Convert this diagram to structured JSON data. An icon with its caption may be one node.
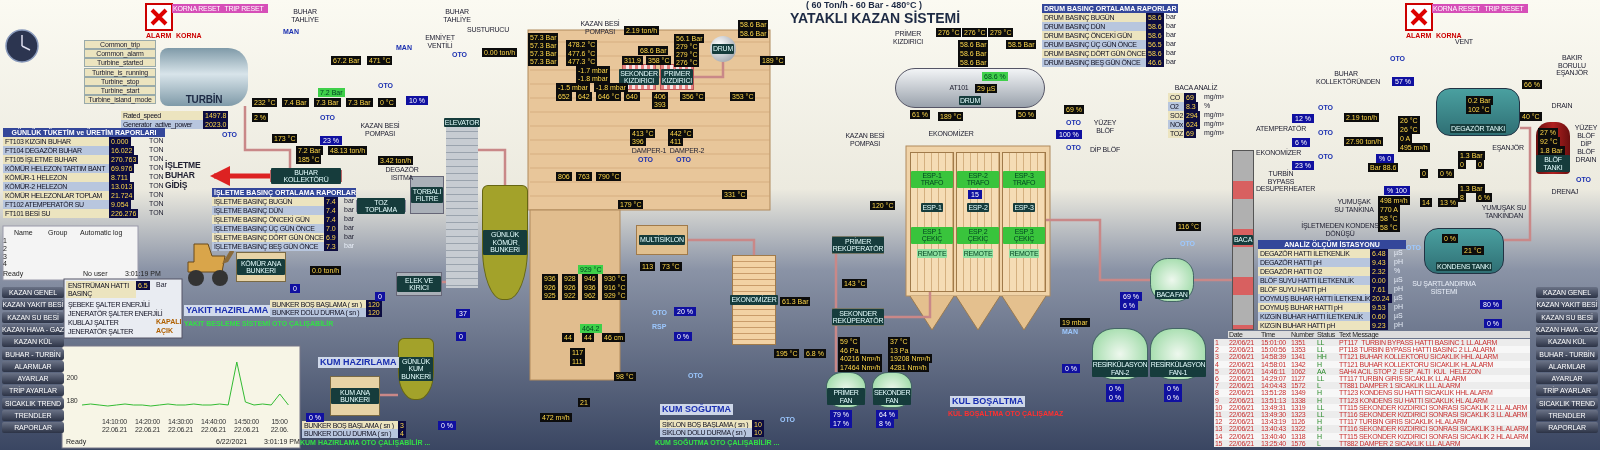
{
  "diagram": {
    "title": "YATAKLI KAZAN SİSTEMİ",
    "nodes": [
      {
        "text": [
          "TURBİN"
        ]
      },
      {
        "text": [
          "BUHAR KOLLEKTÖRÜ"
        ]
      },
      {
        "text": [
          "ELEVATOR"
        ]
      },
      {
        "text": [
          "TORBALI FİLTRE"
        ]
      },
      {
        "text": [
          "TOZ TOPLAMA"
        ]
      },
      {
        "text": [
          "KÖMÜR ANA BUNKERİ"
        ]
      },
      {
        "text": [
          "ELEK VE KIRICI"
        ]
      },
      {
        "text": [
          "GÜNLÜK KÖMÜR BUNKERİ"
        ]
      },
      {
        "text": [
          "GÜNLÜK KUM BUNKERİ"
        ]
      },
      {
        "text": [
          "KUM ANA BUNKERİ"
        ]
      },
      {
        "text": [
          "SEKONDER KIZDIRICI"
        ]
      },
      {
        "text": [
          "PRİMER KIZDIRICI"
        ]
      },
      {
        "text": [
          "DRUM"
        ]
      },
      {
        "text": [
          "MULTİSİKLON"
        ]
      },
      {
        "text": [
          "EKONOMİZER"
        ]
      },
      {
        "text": [
          "PRİMER REKÜPERATÖR"
        ]
      },
      {
        "text": [
          "SEKONDER REKÜPERATÖR"
        ]
      },
      {
        "text": [
          "ESP-1 TRAFO",
          "ESP-1",
          "ESP 1 ÇEKİÇ",
          "REMOTE"
        ]
      },
      {
        "text": [
          "ESP-2 TRAFO",
          "ESP-2",
          "ESP 2 ÇEKİÇ",
          "REMOTE"
        ]
      },
      {
        "text": [
          "ESP-3 TRAFO",
          "ESP-3",
          "ESP 3 ÇEKİÇ",
          "REMOTE"
        ]
      },
      {
        "text": [
          "DRUM"
        ]
      },
      {
        "text": [
          "BACA"
        ]
      },
      {
        "text": [
          "BACA FAN"
        ]
      },
      {
        "text": [
          "RESİRKÜLASYON FAN-2"
        ]
      },
      {
        "text": [
          "RESİRKÜLASYON FAN-1"
        ]
      },
      {
        "text": [
          "PRİMER FAN"
        ]
      },
      {
        "text": [
          "SEKONDER FAN"
        ]
      },
      {
        "text": [
          "DEGAZÖR TANKI"
        ]
      },
      {
        "text": [
          "BLÖF TANKI"
        ]
      },
      {
        "text": [
          "KONDENS TANKI"
        ]
      },
      {
        "text": [
          "İŞLETME BUHAR GİDİŞ"
        ]
      }
    ],
    "edges": [
      {
        "from": 12,
        "to": 11,
        "arrow": "none"
      },
      {
        "from": 11,
        "to": 10,
        "arrow": "none"
      },
      {
        "from": 0,
        "to": 1,
        "arrow": "none"
      },
      {
        "from": 13,
        "to": 14,
        "arrow": "none"
      },
      {
        "from": 25,
        "to": 15,
        "arrow": "none"
      },
      {
        "from": 16,
        "to": 17,
        "arrow": "none"
      },
      {
        "from": 19,
        "to": 22,
        "arrow": "none"
      },
      {
        "from": 22,
        "to": 21,
        "arrow": "none"
      },
      {
        "from": 6,
        "to": 2,
        "arrow": "none"
      },
      {
        "from": 2,
        "to": 7,
        "arrow": "none"
      },
      {
        "from": 9,
        "to": 8,
        "arrow": "none"
      },
      {
        "from": 29,
        "to": 27,
        "arrow": "none"
      },
      {
        "from": 1,
        "to": 30,
        "arrow": "to",
        "style": "thick",
        "color": "#dd2222"
      }
    ],
    "labels": [
      "KORNA RESET",
      "TRIP RESET",
      "ALARM",
      "KORNA",
      "KORNA RESET",
      "TRIP RESET",
      "ALARM",
      "KORNA",
      "( 60 Ton/h - 60 Bar - 480°C )",
      "Common_trip",
      "Common_alarm",
      "Turbine_started",
      "Turbine_is_running",
      "Turbine_stop",
      "Turbine_start",
      "Turbine_island_mode",
      "Rated_speed",
      "1497.8",
      "Generator_active_power",
      "2023.0",
      "GÜNLÜK TÜKETİM ve ÜRETİM RAPORLARI",
      "FT103 KIZGIN BUHAR",
      "0.000",
      "TON",
      "FT104 DEGAZÖR BUHAR",
      "16.022",
      "TON",
      "FT105 İŞLETME BUHAR",
      "270.763",
      "TON",
      "KÖMÜR HELEZON TARTIM BANT",
      "69.976",
      "TON",
      "KÖMÜR-1 HELEZON",
      "8.711",
      "TON",
      "KÖMÜR-2 HELEZON",
      "13.013",
      "TON",
      "KÖMÜR HELEZONLAR TOPLAM",
      "21.724",
      "TON",
      "FT102 ATEMPERATÖR SU",
      "9.054",
      "TON",
      "FT101 BESİ SU",
      "226.276",
      "TON",
      "İŞLETME BASINÇ ORTALAMA RAPORLAR",
      "İŞLETME BASINÇ BUGÜN",
      "7.4",
      "bar",
      "İŞLETME BASINÇ DÜN",
      "7.4",
      "bar",
      "İŞLETME BASINÇ ÖNCEKİ GÜN",
      "7.4",
      "bar",
      "İŞLETME BASINÇ ÜÇ GÜN ÖNCE",
      "7.0",
      "bar",
      "İŞLETME BASINÇ DÖRT GÜN ÖNCE",
      "6.9",
      "bar",
      "İŞLETME BASINÇ BEŞ GÜN ÖNCE",
      "7.3",
      "bar",
      "DRUM BASINÇ ORTALAMA RAPORLAR",
      "DRUM BASINÇ BUGÜN",
      "58.6",
      "bar",
      "DRUM BASINÇ DÜN",
      "58.6",
      "bar",
      "DRUM BASINÇ ÖNCEKİ GÜN",
      "58.6",
      "bar",
      "DRUM BASINÇ ÜÇ GÜN ÖNCE",
      "56.5",
      "bar",
      "DRUM BASINÇ DÖRT GÜN ÖNCE",
      "58.6",
      "bar",
      "DRUM BASINÇ BEŞ GÜN ÖNCE",
      "46.6",
      "bar",
      "ANALİZ ÖLÇÜM İSTASYONU",
      "DEGAZÖR HATTI İLETKENLİK",
      "6.48",
      "µS",
      "DEGAZÖR HATTI pH",
      "9.43",
      "pH",
      "DEGAZÖR HATTI O2",
      "2.32",
      "%",
      "BLÖF SUYU HATTI İLETKENLİK",
      "0.00",
      "µS",
      "BLÖF SUYU HATTI pH",
      "7.61",
      "pH",
      "DOYMUŞ BUHAR HATTI İLETKENLİK",
      "20.24",
      "µS",
      "DOYMUŞ BUHAR HATTI pH",
      "9.53",
      "pH",
      "KIZGIN BUHAR HATTI İLETKENLİK",
      "0.60",
      "µS",
      "KIZGIN BUHAR HATTI pH",
      "9.23",
      "pH",
      "Date",
      "Time",
      "Number",
      "Status",
      "Text Message",
      "1",
      "22/06/21",
      "15:01:00",
      "1351",
      "LL",
      "PT117_TURBIN BYPASS HATTI BASINC 1 LL ALARM",
      "2",
      "22/06/21",
      "15:00:56",
      "1353",
      "LL",
      "PT118 TURBIN BYPASS HATTI BASINC 2 LL ALARM",
      "3",
      "22/06/21",
      "14:58:39",
      "1341",
      "HH",
      "TT121 BUHAR KOLLEKTORU SICAKLIK HHL ALARM",
      "4",
      "22/06/21",
      "14:58:01",
      "1342",
      "H",
      "TT121 BUHAR KOLLEKTORU SICAKLIK HL ALARM",
      "5",
      "22/06/21",
      "14:46:11",
      "1062",
      "AA",
      "SAH4 ACIL STOP 2_ESP_ALTI_KUL_HELEZON",
      "6",
      "22/06/21",
      "14:29:07",
      "1127",
      "LL",
      "TT117 TURBIN GIRIS SICAKLIK LL ALARM",
      "7",
      "22/06/21",
      "14:04:43",
      "1572",
      "L",
      "TT881 DAMPER 1 SICAKLIK LLL ALARM",
      "8",
      "22/06/21",
      "13:51:28",
      "1349",
      "H",
      "TT123 KONDENS SU HATTI SICAKLIK HHL ALARM",
      "9",
      "22/06/21",
      "13:51:13",
      "1338",
      "H",
      "TT123 KONDENS SU HATTI SICAKLIK HL ALARM",
      "10",
      "22/06/21",
      "13:49:31",
      "1319",
      "LL",
      "TT115 SEKONDER KIZDIRICI SONRASI SICAKLIK 2 LL ALARM",
      "11",
      "22/06/21",
      "13:49:30",
      "1323",
      "LL",
      "TT116 SEKONDER KIZDIRICI SONRASI SICAKLIK 3 LL ALARM",
      "12",
      "22/06/21",
      "13:43:19",
      "1126",
      "H",
      "TT117 TURBIN GIRIS SICAKLIK HL ALARM",
      "13",
      "22/06/21",
      "13:40:43",
      "1322",
      "H",
      "TT116 SEKONDER KIZDIRICI SONRASI SICAKLIK 3 HL ALARM",
      "14",
      "22/06/21",
      "13:40:40",
      "1318",
      "H",
      "TT115 SEKONDER KIZDIRICI SONRASI SICAKLIK 2 HL ALARM",
      "15",
      "22/06/21",
      "13:25:40",
      "1576",
      "L",
      "TT882 DAMPER 2 SICAKLIK LLL ALARM",
      "KAZAN GENEL",
      "KAZAN YAKIT BESİ",
      "KAZAN SU BESİ",
      "KAZAN HAVA - GAZ",
      "KAZAN KÜL",
      "BUHAR - TURBİN",
      "ALARMLAR",
      "AYARLAR",
      "TRİP AYARLAR",
      "SICAKLIK TREND",
      "TRENDLER",
      "RAPORLAR",
      "KAZAN GENEL",
      "KAZAN YAKIT BESİ",
      "KAZAN SU BESİ",
      "KAZAN HAVA - GAZ",
      "KAZAN KÜL",
      "BUHAR - TURBİN",
      "ALARMLAR",
      "AYARLAR",
      "TRİP AYARLAR",
      "SICAKLIK TREND",
      "TRENDLER",
      "RAPORLAR",
      "Name",
      "Group",
      "Automatic log",
      "1",
      "2",
      "3",
      "4",
      "Ready",
      "No user",
      "3:01:19 PM",
      "ENSTRÜMAN HATTI BASINÇ",
      "6.5",
      "Bar",
      "ŞEBEKE ŞALTER ENERJİLİ",
      "JENERATÖR ŞALTER ENERJİLİ",
      "KUBLAJ ŞALTER",
      "KAPALI",
      "JENERATÖR ŞALTER",
      "AÇIK",
      "200",
      "180",
      "14:10:00 22.06.21",
      "14:20:00 22.06.21",
      "14:30:00 22.06.21",
      "14:40:00 22.06.21",
      "14:50:00 22.06.21",
      "15:00 22.06.",
      "Ready",
      "6/22/2021",
      "3:01:19 PM",
      "YAKIT HAZIRLAMA",
      "YAKIT BESLEME SİSTEMİ OTO ÇALIŞABİLİR",
      "BUNKER BOŞ BAŞLAMA ( sn )",
      "120",
      "BUNKER DOLU DURMA ( sn )",
      "120",
      "KUM HAZIRLAMA",
      "BUNKER BOŞ BAŞLAMA ( sn )",
      "3",
      "BUNKER DOLU DURMA ( sn )",
      "4",
      "KUM HAZIRLAMA OTO ÇALIŞABİLİR ...",
      "KUM SOĞUTMA",
      "SİKLON BOŞ BAŞLAMA ( sn )",
      "10",
      "SİKLON DOLU DURMA ( sn )",
      "10",
      "KUM SOĞUTMA OTO ÇALIŞABİLİR ...",
      "KUL BOŞALTMA",
      "KÜL BOŞALTMA OTO ÇALIŞAMAZ",
      "BUHAR TAHLİYE",
      "MAN",
      "67.2 Bar",
      "471 °C",
      "BUHAR TAHLİYE",
      "EMNİYET VENTİLİ",
      "SUSTURUCU",
      "MAN",
      "OTO",
      "0.00 ton/h",
      "7.2 Bar",
      "232 °C",
      "7.4 Bar",
      "7.3 Bar",
      "7.3 Bar",
      "0 °C",
      "OTO",
      "10 %",
      "2 %",
      "OTO",
      "OTO",
      "173 °C",
      "23 %",
      "KAZAN BESİ POMPASI",
      "7.2 Bar",
      "48.13 ton/h",
      "185 °C",
      "3.42 ton/h",
      "DEGAZÖR ISITMA",
      "KAZAN BESİ POMPASI",
      "2.19 ton/h",
      "57.3 Bar",
      "57.3 Bar",
      "57.3 Bar",
      "57.3 Bar",
      "478.2 °C",
      "477.6 °C",
      "477.3 °C",
      "58.6 Bar",
      "58.6 Bar",
      "56.1 Bar",
      "279 °C",
      "279 °C",
      "276 °C",
      "68.6 Bar",
      "311.9",
      "358 °C",
      "-1.7 mbar",
      "-1.8 mbar",
      "-1.5 mbar",
      "-1.8 mbar",
      "652",
      "642",
      "646 °C",
      "640",
      "406",
      "393",
      "356 °C",
      "353 °C",
      "413 °C",
      "442 °C",
      "396",
      "411",
      "DAMPER-1",
      "DAMPER-2",
      "OTO",
      "OTO",
      "189 °C",
      "806",
      "763",
      "790 °C",
      "331 °C",
      "179 °C",
      "120 °C",
      "KAZAN BESİ POMPASI",
      "929 °C",
      "936",
      "928",
      "946",
      "930 °C",
      "926",
      "926",
      "936",
      "916 °C",
      "925",
      "922",
      "962",
      "929 °C",
      "113",
      "73 °C",
      "OTO",
      "RSP",
      "20 %",
      "0 %",
      "464.2",
      "44",
      "44",
      "46 cm",
      "117",
      "111",
      "98 °C",
      "21",
      "472 m³/h",
      "OTO",
      "61.3 Bar",
      "195 °C",
      "6.8 %",
      "143 °C",
      "59 °C",
      "46 Pa",
      "40216 Nm³/h",
      "17464 Nm³/h",
      "37 °C",
      "13 Pa",
      "19208 Nm³/h",
      "4281 Nm³/h",
      "79 %",
      "17 %",
      "64 %",
      "8 %",
      "OTO",
      "PRİMER KIZDIRICI",
      "276 °C",
      "276 °C",
      "279 °C",
      "58.6 Bar",
      "58.6 Bar",
      "58.6 Bar",
      "58.5 Bar",
      "68.6 %",
      "AT101",
      "29 µS",
      "61 %",
      "189 °C",
      "50 %",
      "EKONOMİZER",
      "69 %",
      "OTO",
      "YÜZEY BLÖF",
      "100 %",
      "OTO",
      "DİP BLÖF",
      "15",
      "BACA ANALİZ",
      "CO",
      "69",
      "mg/m³",
      "O2",
      "8.3",
      "%",
      "SO2",
      "294",
      "mg/m³",
      "NOx",
      "624",
      "mg/m³",
      "TOZ",
      "69",
      "mg/m³",
      "BUHAR KOLLEKTÖRÜNDEN",
      "OTO",
      "57 %",
      "VENT",
      "66 %",
      "0.2 Bar",
      "102 °C",
      "BAKIR BORULU EŞANJÖR",
      "DRAIN",
      "40 °C",
      "OTO",
      "12 %",
      "ATEMPERATÖR",
      "2.19 ton/h",
      "OTO",
      "6 %",
      "EKONOMİZER",
      "27.90 ton/h",
      "OTO",
      "23 %",
      "TURBİN BYPASS DESUPERHEATER",
      "26 °C",
      "26 °C",
      "0 A",
      "495 m³/h",
      "% 0",
      "Bar 88.6",
      "1.3 Bar",
      "0",
      "0",
      "0",
      "0 %",
      "% 100",
      "1.3 Bar",
      "8",
      "6 %",
      "498 m³/h",
      "770 A",
      "58 °C",
      "58 °C",
      "14",
      "13 %",
      "YUMUŞAK SU TANKINA",
      "YUMUŞAK SU TANKINDAN",
      "27 %",
      "92 °C",
      "1.8 Bar",
      "YÜZEY BLÖF",
      "DİP BLÖF",
      "DRAIN",
      "EŞANJÖR",
      "OTO",
      "DRENAJ",
      "116 °C",
      "OTO",
      "69 %",
      "6 %",
      "19 mbar",
      "MAN",
      "0 %",
      "0 %",
      "0 %",
      "0 %",
      "0 %",
      "İŞLETMEDEN KONDENS DÖNÜŞÜ",
      "OTO",
      "0 %",
      "21 °C",
      "SU ŞARTLANDIRMA SİSTEMİ",
      "80 %",
      "0 %",
      "0",
      "0.0 ton/h",
      "0",
      "37",
      "0",
      "0 %",
      "0 %"
    ]
  }
}
